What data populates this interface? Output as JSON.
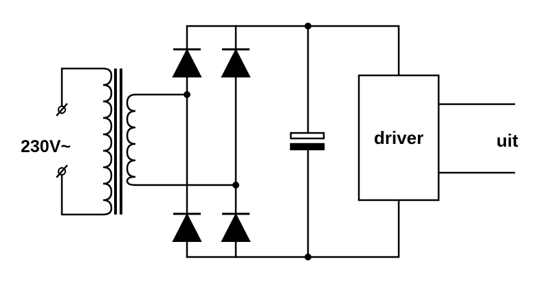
{
  "input_label": "230V~",
  "driver_label": "driver",
  "output_label": "uit"
}
